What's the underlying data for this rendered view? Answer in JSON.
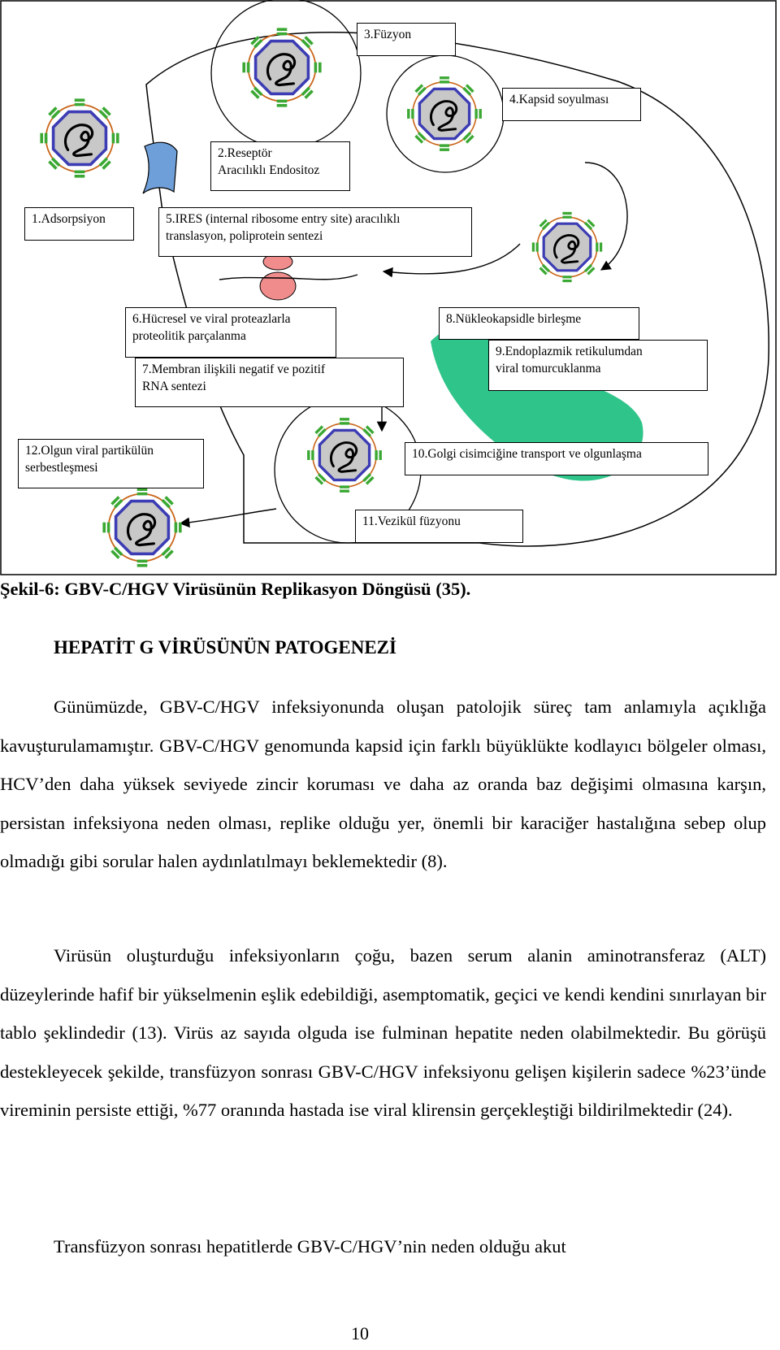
{
  "figure": {
    "labels": {
      "fuzyon": "3.Füzyon",
      "kapsid": "4.Kapsid soyulması",
      "reseptor_1": "2.Reseptör",
      "reseptor_2": "Aracılıklı Endositoz",
      "adsorpsiyon": "1.Adsorpsiyon",
      "ires_1": "5.IRES (internal ribosome entry site) aracılıklı",
      "ires_2": "translasyon, poliprotein sentezi",
      "hucresel_1": "6.Hücresel ve viral proteazlarla",
      "hucresel_2": "proteolitik parçalanma",
      "membran_1": "7.Membran ilişkili negatif ve pozitif",
      "membran_2": "RNA sentezi",
      "nukleokapsid": "8.Nükleokapsidle birleşme",
      "endoplazmik_1": "9.Endoplazmik retikulumdan",
      "endoplazmik_2": "viral tomurcuklanma",
      "olgun_1": "12.Olgun viral partikülün",
      "olgun_2": "serbestleşmesi",
      "golgi": "10.Golgi cisimciğine transport ve olgunlaşma",
      "vezikul": "11.Vezikül füzyonu"
    },
    "caption": "Şekil-6: GBV-C/HGV Virüsünün Replikasyon Döngüsü (35).",
    "colors": {
      "envelope": "#c9661a",
      "capsid": "#3c3cb4",
      "core": "#c8c8c8",
      "spike": "#3aa832",
      "receptor": "#6f9fd8",
      "ribosome": "#f08c8c",
      "er": "#2fc48a"
    }
  },
  "section_heading": "HEPATİT G VİRÜSÜNÜN PATOGENEZİ",
  "paragraphs": [
    "Günümüzde, GBV-C/HGV infeksiyonunda oluşan patolojik süreç tam anlamıyla açıklığa kavuşturulamamıştır. GBV-C/HGV genomunda kapsid için farklı büyüklükte kodlayıcı bölgeler olması, HCV’den daha yüksek seviyede zincir koruması ve daha az oranda baz değişimi olmasına karşın, persistan infeksiyona neden olması, replike olduğu yer, önemli bir karaciğer hastalığına sebep olup olmadığı gibi sorular halen aydınlatılmayı beklemektedir (8).",
    "Virüsün oluşturduğu infeksiyonların çoğu, bazen serum alanin aminotransferaz (ALT) düzeylerinde hafif bir yükselmenin eşlik edebildiği, asemptomatik, geçici ve kendi kendini sınırlayan bir tablo şeklindedir (13). Virüs az sayıda olguda ise fulminan hepatite neden olabilmektedir. Bu görüşü destekleyecek şekilde, transfüzyon sonrası GBV-C/HGV infeksiyonu gelişen kişilerin sadece %23’ünde vireminin persiste ettiği, %77 oranında hastada ise viral klirensin gerçekleştiği bildirilmektedir (24).",
    "Transfüzyon sonrası hepatitlerde GBV-C/HGV’nin neden olduğu akut"
  ],
  "page_number": "10"
}
